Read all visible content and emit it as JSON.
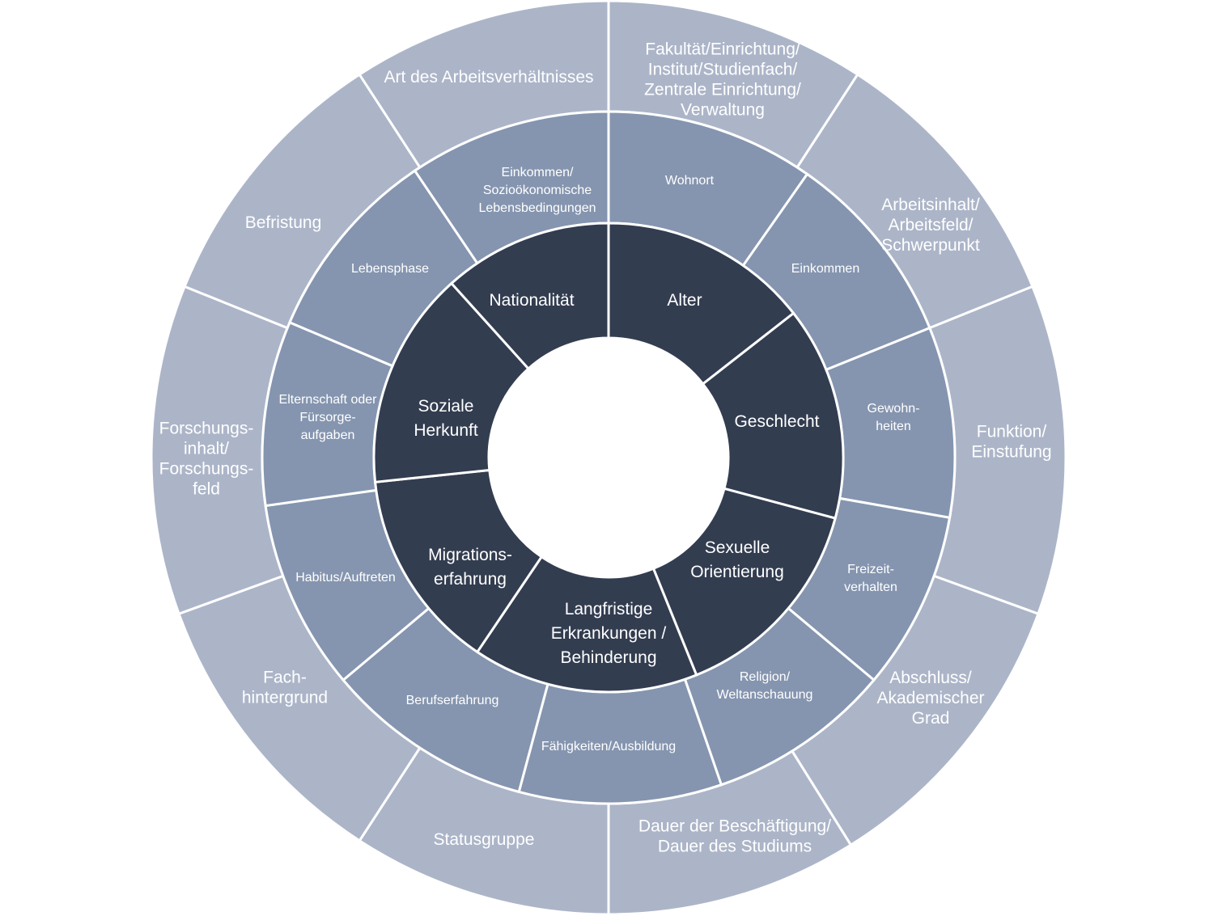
{
  "colors": {
    "inner": "#333d50",
    "middle": "#8595af",
    "outer": "#acb5c8",
    "center": "#ffffff",
    "divider": "#ffffff"
  },
  "inner_ring": [
    {
      "lines": [
        "Alter"
      ]
    },
    {
      "lines": [
        "Geschlecht"
      ]
    },
    {
      "lines": [
        "Sexuelle",
        "Orientierung"
      ]
    },
    {
      "lines": [
        "Langfristige",
        "Erkrankungen /",
        "Behinderung"
      ]
    },
    {
      "lines": [
        "Migrations-",
        "erfahrung"
      ]
    },
    {
      "lines": [
        "Soziale",
        "Herkunft"
      ]
    },
    {
      "lines": [
        "Nationalität"
      ]
    }
  ],
  "middle_ring": [
    {
      "lines": [
        "Wohnort"
      ]
    },
    {
      "lines": [
        "Einkommen"
      ]
    },
    {
      "lines": [
        "Gewohn-",
        "heiten"
      ]
    },
    {
      "lines": [
        "Freizeit-",
        "verhalten"
      ]
    },
    {
      "lines": [
        "Religion/",
        "Weltanschauung"
      ]
    },
    {
      "lines": [
        "Fähigkeiten/Ausbildung"
      ]
    },
    {
      "lines": [
        "Berufserfahrung"
      ]
    },
    {
      "lines": [
        "Habitus/Auftreten"
      ]
    },
    {
      "lines": [
        "Elternschaft oder",
        "Fürsorge-",
        "aufgaben"
      ]
    },
    {
      "lines": [
        "Lebensphase"
      ]
    },
    {
      "lines": [
        "Einkommen/",
        "Sozioökonomische",
        "Lebensbedingungen"
      ]
    }
  ],
  "outer_ring": [
    {
      "lines": [
        "Fakultät/Einrichtung/",
        "Institut/Studienfach/",
        "Zentrale Einrichtung/",
        "Verwaltung"
      ]
    },
    {
      "lines": [
        "Arbeitsinhalt/",
        "Arbeitsfeld/",
        "Schwerpunkt"
      ]
    },
    {
      "lines": [
        "Funktion/",
        "Einstufung"
      ]
    },
    {
      "lines": [
        "Abschluss/",
        "Akademischer",
        "Grad"
      ]
    },
    {
      "lines": [
        "Dauer der Beschäftigung/",
        "Dauer des Studiums"
      ]
    },
    {
      "lines": [
        "Statusgruppe"
      ]
    },
    {
      "lines": [
        "Fach-",
        "hintergrund"
      ]
    },
    {
      "lines": [
        "Forschungs-",
        "inhalt/",
        "Forschungs-",
        "feld"
      ]
    },
    {
      "lines": [
        "Befristung"
      ]
    },
    {
      "lines": [
        "Art des Arbeitsverhältnisses"
      ]
    }
  ]
}
